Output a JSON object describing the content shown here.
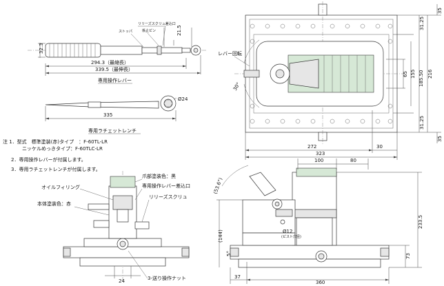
{
  "lever": {
    "label_release_screw_insert": "リリーズスクリュ差込口",
    "label_stopper": "ストッパ",
    "label_locking_pin": "係止ピン",
    "dim_dia": "32.3",
    "dim_21_5": "21.5",
    "dim_min_length": "294.3（最縮長）",
    "dim_max_length": "339.5（最伸長）",
    "caption": "専用操作レバー"
  },
  "wrench": {
    "dim_dia24": "Ø24",
    "dim_length": "335",
    "caption": "専用ラチェットレンチ"
  },
  "notes": {
    "n1a": "注 1．型式　標準塗装(赤)タイプ　：F-60TL-LR",
    "n1b": "　　　　ニッケルめっきタイプ：F-60TLC-LR",
    "n2": "2．専用操作レバーが付属します。",
    "n3": "3．専用ラチェットレンチが付属します。"
  },
  "top_view": {
    "label_lever_rotation": "レバー回転",
    "angle": "30°",
    "dims_right": [
      "31.25",
      "65",
      "155",
      "185.50",
      "216",
      "31.25"
    ],
    "dims_outer_right": [
      "35",
      "35"
    ],
    "dim_272": "272",
    "dim_30": "30",
    "dim_323": "323"
  },
  "front_view": {
    "label_claw_color": "爪部塗装色：黒",
    "label_lever_insert": "専用操作レバー差込口",
    "label_oil_filling": "オイルフィリング",
    "label_body_color": "本体塗装色：赤",
    "label_release_screw": "リリーズスクリュ",
    "label_feed_nut": "3-送り操作ナット",
    "dim_24": "24"
  },
  "side_view": {
    "dim_100": "100",
    "dim_80": "80",
    "dim_angle": "(53.6°)",
    "dim_dia12": "Ø12",
    "dim_dia12_note": "(ピスト穴径)",
    "dim_144": "(144)",
    "dim_5": "5°",
    "dim_233_5": "233.5",
    "dim_73": "73",
    "dim_37": "37",
    "dim_360": "360"
  }
}
